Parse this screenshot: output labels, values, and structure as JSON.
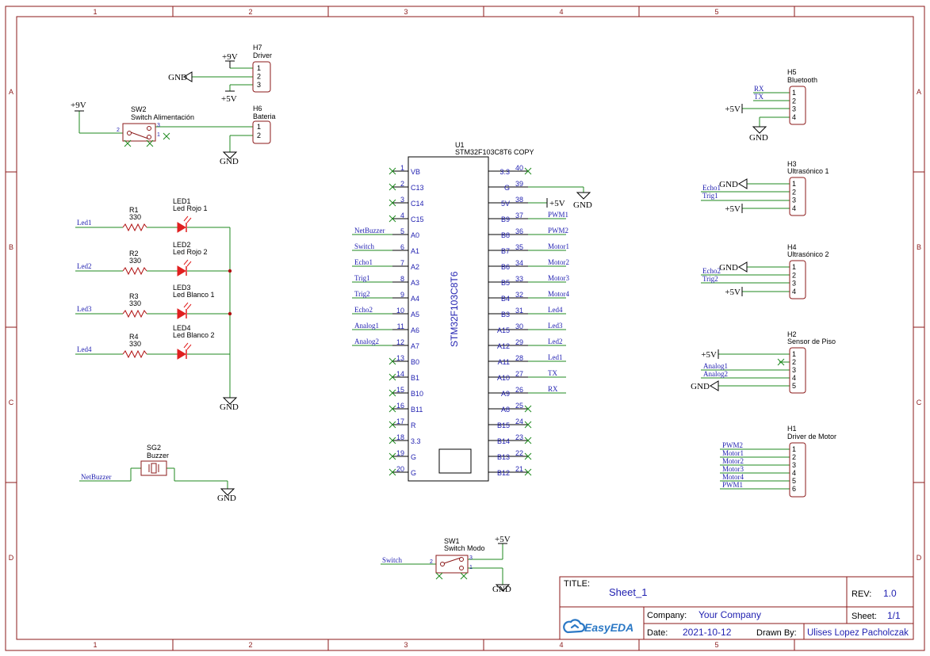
{
  "frame": {
    "columns": [
      "1",
      "2",
      "3",
      "4",
      "5"
    ],
    "rows": [
      "A",
      "B",
      "C",
      "D"
    ]
  },
  "colors": {
    "border": "#8b1a1a",
    "wire": "#1f8a1f",
    "net_label": "#1f1fb0",
    "text": "#000000",
    "led": "#e02020",
    "no_connect": "#1f8a1f",
    "junction": "#b01010",
    "easyeda": "#2b78c5"
  },
  "title_block": {
    "title_label": "TITLE:",
    "title": "Sheet_1",
    "rev_label": "REV:",
    "rev": "1.0",
    "company_label": "Company:",
    "company": "Your Company",
    "sheet_label": "Sheet:",
    "sheet": "1/1",
    "date_label": "Date:",
    "date": "2021-10-12",
    "drawn_label": "Drawn By:",
    "drawn_by": "Ulises Lopez Pacholczak",
    "logo_text": "EasyEDA"
  },
  "power": {
    "plus9v": "+9V",
    "plus5v": "+5V",
    "gnd": "GND"
  },
  "h7": {
    "ref": "H7",
    "name": "Driver",
    "pins": [
      "1",
      "2",
      "3"
    ]
  },
  "h6": {
    "ref": "H6",
    "name": "Bateria",
    "pins": [
      "1",
      "2"
    ]
  },
  "sw2": {
    "ref": "SW2",
    "name": "Switch Alimentación",
    "pin_left": "2",
    "pin_top": "3",
    "pin_bottom": "1"
  },
  "leds": [
    {
      "r_ref": "R1",
      "r_val": "330",
      "led_ref": "LED1",
      "led_name": "Led Rojo 1",
      "net": "Led1"
    },
    {
      "r_ref": "R2",
      "r_val": "330",
      "led_ref": "LED2",
      "led_name": "Led Rojo 2",
      "net": "Led2"
    },
    {
      "r_ref": "R3",
      "r_val": "330",
      "led_ref": "LED3",
      "led_name": "Led Blanco 1",
      "net": "Led3"
    },
    {
      "r_ref": "R4",
      "r_val": "330",
      "led_ref": "LED4",
      "led_name": "Led Blanco 2",
      "net": "Led4"
    }
  ],
  "sg2": {
    "ref": "SG2",
    "name": "Buzzer",
    "net": "NetBuzzer"
  },
  "u1": {
    "ref": "U1",
    "name": "STM32F103C8T6 COPY",
    "body_label": "STM32F103C8T6",
    "left_pins": [
      {
        "num": "1",
        "name": "VB",
        "net": ""
      },
      {
        "num": "2",
        "name": "C13",
        "net": ""
      },
      {
        "num": "3",
        "name": "C14",
        "net": ""
      },
      {
        "num": "4",
        "name": "C15",
        "net": ""
      },
      {
        "num": "5",
        "name": "A0",
        "net": "NetBuzzer"
      },
      {
        "num": "6",
        "name": "A1",
        "net": "Switch"
      },
      {
        "num": "7",
        "name": "A2",
        "net": "Echo1"
      },
      {
        "num": "8",
        "name": "A3",
        "net": "Trig1"
      },
      {
        "num": "9",
        "name": "A4",
        "net": "Trig2"
      },
      {
        "num": "10",
        "name": "A5",
        "net": "Echo2"
      },
      {
        "num": "11",
        "name": "A6",
        "net": "Analog1"
      },
      {
        "num": "12",
        "name": "A7",
        "net": "Analog2"
      },
      {
        "num": "13",
        "name": "B0",
        "net": ""
      },
      {
        "num": "14",
        "name": "B1",
        "net": ""
      },
      {
        "num": "15",
        "name": "B10",
        "net": ""
      },
      {
        "num": "16",
        "name": "B11",
        "net": ""
      },
      {
        "num": "17",
        "name": "R",
        "net": ""
      },
      {
        "num": "18",
        "name": "3.3",
        "net": ""
      },
      {
        "num": "19",
        "name": "G",
        "net": ""
      },
      {
        "num": "20",
        "name": "G",
        "net": ""
      }
    ],
    "right_pins": [
      {
        "num": "40",
        "name": "3.3",
        "net": ""
      },
      {
        "num": "39",
        "name": "G",
        "net": ""
      },
      {
        "num": "38",
        "name": "5V",
        "net": ""
      },
      {
        "num": "37",
        "name": "B9",
        "net": "PWM1"
      },
      {
        "num": "36",
        "name": "B8",
        "net": "PWM2"
      },
      {
        "num": "35",
        "name": "B7",
        "net": "Motor1"
      },
      {
        "num": "34",
        "name": "B6",
        "net": "Motor2"
      },
      {
        "num": "33",
        "name": "B5",
        "net": "Motor3"
      },
      {
        "num": "32",
        "name": "B4",
        "net": "Motor4"
      },
      {
        "num": "31",
        "name": "B3",
        "net": "Led4"
      },
      {
        "num": "30",
        "name": "A15",
        "net": "Led3"
      },
      {
        "num": "29",
        "name": "A12",
        "net": "Led2"
      },
      {
        "num": "28",
        "name": "A11",
        "net": "Led1"
      },
      {
        "num": "27",
        "name": "A10",
        "net": "TX"
      },
      {
        "num": "26",
        "name": "A9",
        "net": "RX"
      },
      {
        "num": "25",
        "name": "A8",
        "net": ""
      },
      {
        "num": "24",
        "name": "B15",
        "net": ""
      },
      {
        "num": "23",
        "name": "B14",
        "net": ""
      },
      {
        "num": "22",
        "name": "B13",
        "net": ""
      },
      {
        "num": "21",
        "name": "B12",
        "net": ""
      }
    ]
  },
  "sw1": {
    "ref": "SW1",
    "name": "Switch Modo",
    "net": "Switch",
    "pin_left": "2",
    "pin_top": "3",
    "pin_bottom": "1"
  },
  "h5": {
    "ref": "H5",
    "name": "Bluetooth",
    "pins": [
      "1",
      "2",
      "3",
      "4"
    ],
    "nets": [
      "RX",
      "TX"
    ]
  },
  "h3": {
    "ref": "H3",
    "name": "Ultrasónico 1",
    "pins": [
      "1",
      "2",
      "3",
      "4"
    ],
    "nets": [
      "Echo1",
      "Trig1"
    ]
  },
  "h4": {
    "ref": "H4",
    "name": "Ultrasónico 2",
    "pins": [
      "1",
      "2",
      "3",
      "4"
    ],
    "nets": [
      "Echo2",
      "Trig2"
    ]
  },
  "h2": {
    "ref": "H2",
    "name": "Sensor de Piso",
    "pins": [
      "1",
      "2",
      "3",
      "4",
      "5"
    ],
    "nets": [
      "Analog1",
      "Analog2"
    ]
  },
  "h1": {
    "ref": "H1",
    "name": "Driver de Motor",
    "pins": [
      "1",
      "2",
      "3",
      "4",
      "5",
      "6"
    ],
    "nets": [
      "PWM2",
      "Motor1",
      "Motor2",
      "Motor3",
      "Motor4",
      "PWM1"
    ]
  }
}
